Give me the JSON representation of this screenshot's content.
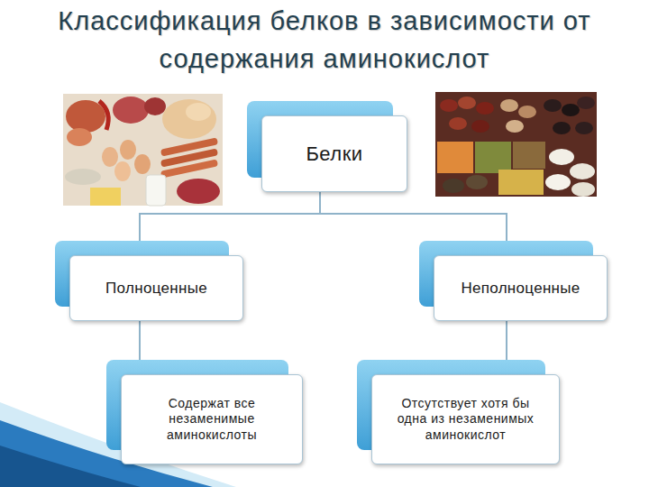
{
  "diagram": {
    "title": "Классификация белков в зависимости от содержания аминокислот",
    "nodes": [
      {
        "text": [
          "Белки"
        ]
      },
      {
        "text": [
          "Полноценные"
        ]
      },
      {
        "text": [
          "Неполноценные"
        ]
      },
      {
        "text": [
          "Содержат все незаменимые аминокислоты"
        ]
      },
      {
        "text": [
          "Отсутствует хотя бы одна из незаменимых аминокислот"
        ]
      }
    ],
    "edges": [
      {
        "from": 0,
        "to": 1,
        "arrow": "none"
      },
      {
        "from": 0,
        "to": 2,
        "arrow": "none"
      },
      {
        "from": 1,
        "to": 3,
        "arrow": "none"
      },
      {
        "from": 2,
        "to": 4,
        "arrow": "none"
      }
    ]
  }
}
